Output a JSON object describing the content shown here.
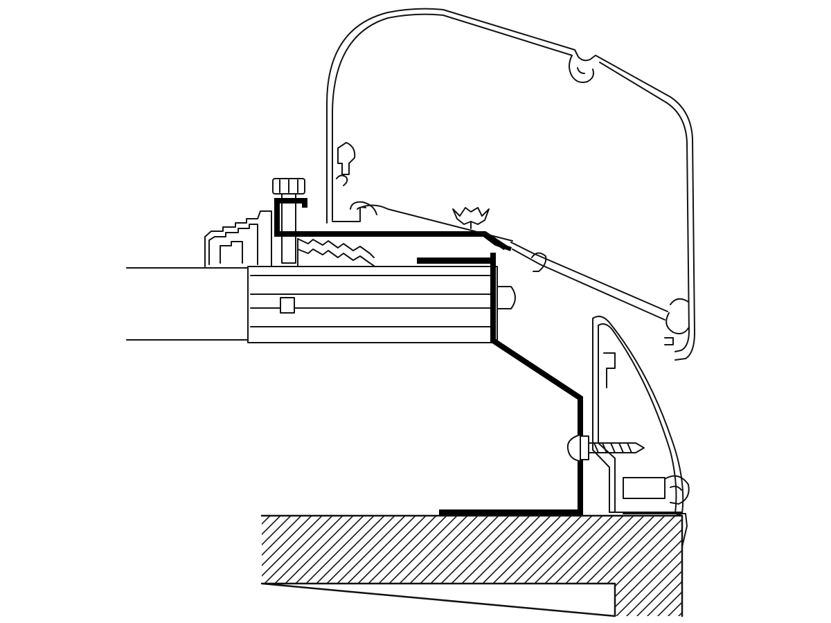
{
  "diagram": {
    "type": "technical-cross-section",
    "colors": {
      "line": "#111111",
      "adapter": "#000000",
      "background": "#ffffff"
    },
    "components": [
      "awning-cassette-profile",
      "awning-arm-profile",
      "mounting-adapter-bracket",
      "roof-rail-profile",
      "bolt",
      "screw",
      "vehicle-roof",
      "vehicle-wall-hatched"
    ]
  }
}
